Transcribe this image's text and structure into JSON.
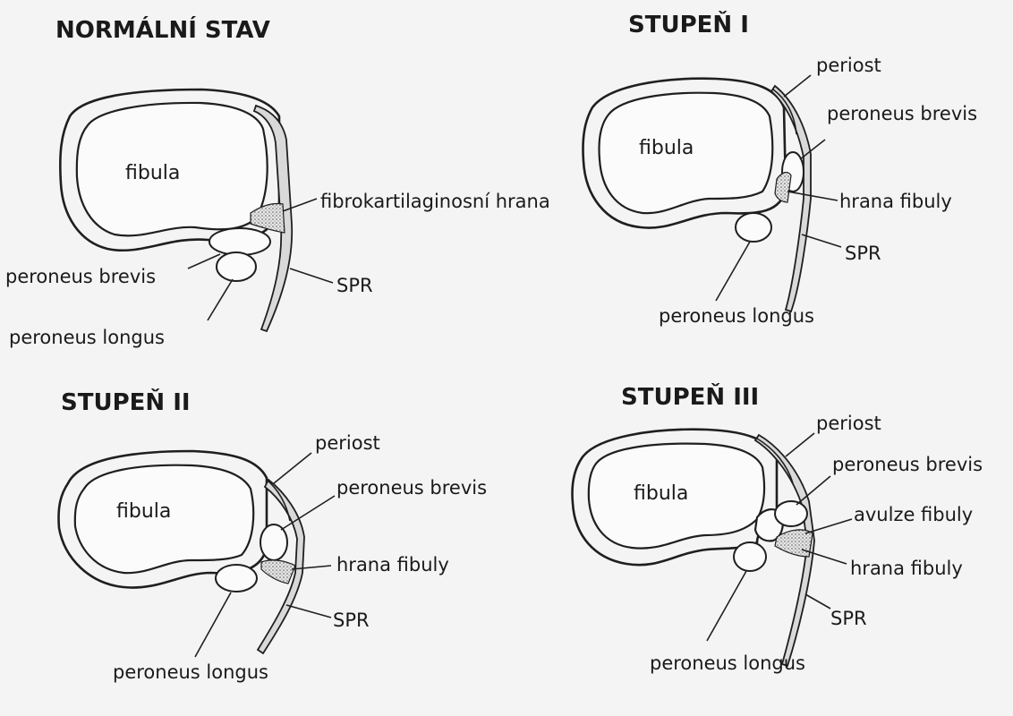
{
  "panels": {
    "normal": {
      "title": "NORMÁLNÍ STAV",
      "fibula": "fibula",
      "edge": "fibrokartilaginosní hrana",
      "brevis": "peroneus brevis",
      "longus": "peroneus longus",
      "spr": "SPR"
    },
    "grade1": {
      "title": "STUPEŇ I",
      "fibula": "fibula",
      "periost": "periost",
      "brevis": "peroneus brevis",
      "edge": "hrana fibuly",
      "spr": "SPR",
      "longus": "peroneus longus"
    },
    "grade2": {
      "title": "STUPEŇ II",
      "fibula": "fibula",
      "periost": "periost",
      "brevis": "peroneus brevis",
      "edge": "hrana fibuly",
      "spr": "SPR",
      "longus": "peroneus longus"
    },
    "grade3": {
      "title": "STUPEŇ III",
      "fibula": "fibula",
      "periost": "periost",
      "brevis": "peroneus brevis",
      "avulsion": "avulze fibuly",
      "edge": "hrana fibuly",
      "spr": "SPR",
      "longus": "peroneus longus"
    }
  }
}
